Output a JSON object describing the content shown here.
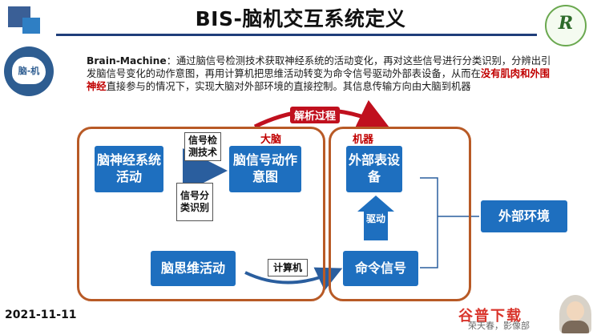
{
  "slide": {
    "title": "BIS-脑机交互系统定义",
    "badge_label": "脑-机",
    "logo_letter": "R"
  },
  "description": {
    "term": "Brain-Machine",
    "part1": "：通过脑信号检测技术获取神经系统的活动变化，再对这些信号进行分类识别，分辨出引发脑信号变化的动作意图，再用计算机把思维活动转变为命令信号驱动外部表设备，从而在",
    "highlight": "没有肌肉和外围神经",
    "part2": "直接参与的情况下，实现大脑对外部环境的直接控制。其信息传输方向由大脑到机器"
  },
  "diagram": {
    "brain_label": "大脑",
    "machine_label": "机器",
    "parse_label": "解析过程",
    "neural_activity": "脑神经系统活动",
    "detection_tech": "信号检测技术",
    "motion_intent": "脑信号动作意图",
    "classification": "信号分类识别",
    "thought_activity": "脑思维活动",
    "computer": "计算机",
    "command_signal": "命令信号",
    "external_device": "外部表设备",
    "drive": "驱动",
    "external_env": "外部环境"
  },
  "footer": {
    "date": "2021-11-11",
    "watermark": "谷普下载",
    "presenter_partial": "荣天春，影像部"
  },
  "colors": {
    "box_blue": "#1e6fbf",
    "region_border": "#b85a26",
    "accent_red": "#c00000",
    "title_line": "#1f3e7a"
  }
}
